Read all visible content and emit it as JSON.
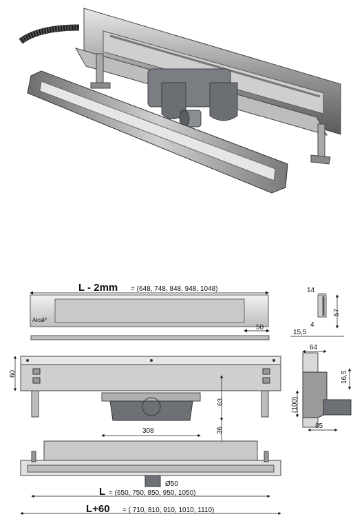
{
  "product_photo": {
    "alt": "stainless steel shower channel drain set"
  },
  "drawing": {
    "top_view": {
      "length_label": "L - 2mm",
      "length_values": "= (648, 748, 848, 948, 1048)",
      "edge_dim": "50",
      "logo_text": "AlcaP"
    },
    "section_profile": {
      "dim_top": "14",
      "dim_height": "57",
      "dim_slot": "4",
      "dim_left": "15,5"
    },
    "front_view": {
      "dim_height": "60",
      "dim_trap_depth": "63",
      "dim_total_height": "(100)",
      "dim_trap_width": "308",
      "dim_bottom": "36"
    },
    "side_view": {
      "dim_top": "64",
      "dim_right": "16,5",
      "dim_bottom": "85"
    },
    "bottom_view": {
      "outlet_dim": "Ø50",
      "L_label": "L",
      "L_values": "= (650, 750, 850, 950, 1050)",
      "L60_label": "L+60",
      "L60_values": "= ( 710, 810, 910, 1010, 1110)"
    }
  }
}
